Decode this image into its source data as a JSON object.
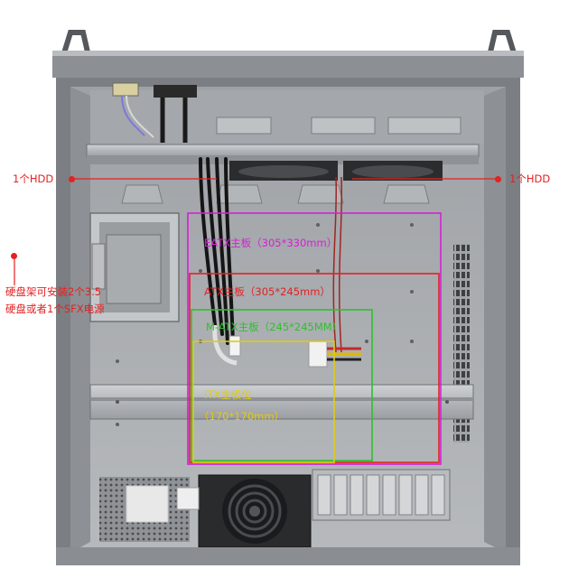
{
  "annotations": {
    "hdd_left": "1个HDD",
    "hdd_right": "1个HDD",
    "drive_cage_line1": "硬盘架可安装2个3.5",
    "drive_cage_line2": "硬盘或者1个SFX电源",
    "eatx": "EATX主板（305*330mm）",
    "atx": "ATX主板（305*245mm）",
    "matx": "M-ATX主板（245*245MM）",
    "itx_line1": "ITX主板位",
    "itx_line2": "（170*170mm）"
  },
  "colors": {
    "red": "#e32222",
    "magenta": "#d520d5",
    "green": "#2fbf2f",
    "yellow": "#e0cc10",
    "chassis": "#a9acb0",
    "frame": "#6e7175"
  }
}
